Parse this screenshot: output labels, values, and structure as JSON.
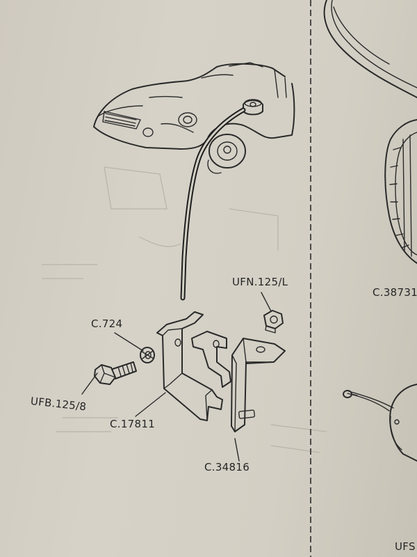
{
  "labels": {
    "nut": "UFN.125/L",
    "washer": "C.724",
    "bolt": "UFB.125/8",
    "bracket": "C.17811",
    "plate": "C.34816",
    "right_ref_top": "C.38731",
    "right_ref_bottom": "UFS"
  },
  "colors": {
    "paper": "#d3cfc4",
    "ink": "#2a2a2a"
  }
}
